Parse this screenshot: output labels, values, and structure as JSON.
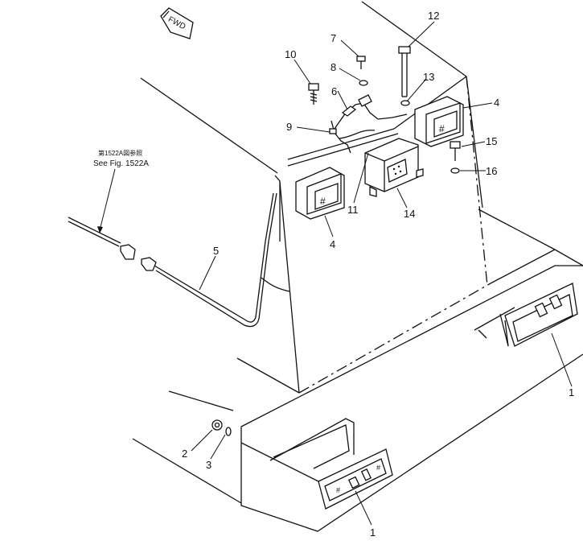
{
  "diagram": {
    "fwd_label": "FWD",
    "reference_note": {
      "japanese": "第1522A図参照",
      "english": "See Fig. 1522A"
    },
    "callouts": [
      "1",
      "1",
      "2",
      "3",
      "4",
      "4",
      "5",
      "6",
      "7",
      "8",
      "9",
      "10",
      "11",
      "12",
      "13",
      "14",
      "15",
      "16"
    ],
    "lamp_symbol": "#"
  }
}
